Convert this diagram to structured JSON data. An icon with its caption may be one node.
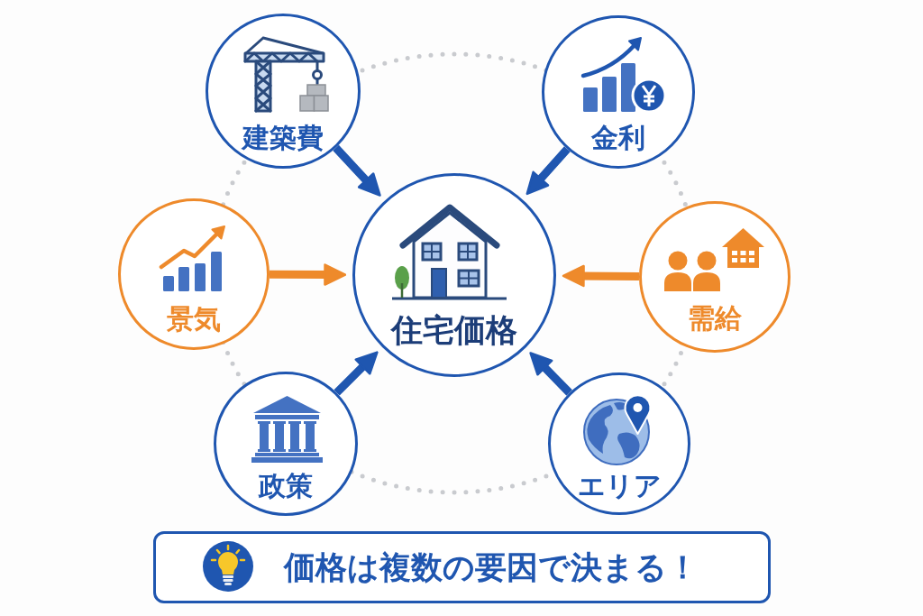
{
  "diagram": {
    "nodes": [
      {
        "text": [
          "建築費"
        ]
      },
      {
        "text": [
          "金利"
        ]
      },
      {
        "text": [
          "景気"
        ]
      },
      {
        "text": [
          "住宅価格"
        ]
      },
      {
        "text": [
          "需給"
        ]
      },
      {
        "text": [
          "政策"
        ]
      },
      {
        "text": [
          "エリア"
        ]
      },
      {
        "text": [
          "価格は複数の要因で決まる！"
        ]
      }
    ],
    "edges": [
      {
        "from": 0,
        "to": 3,
        "arrow": "to"
      },
      {
        "from": 1,
        "to": 3,
        "arrow": "to"
      },
      {
        "from": 2,
        "to": 3,
        "arrow": "to",
        "color": "#ee8a2b"
      },
      {
        "from": 4,
        "to": 3,
        "arrow": "to",
        "color": "#ee8a2b"
      },
      {
        "from": 5,
        "to": 3,
        "arrow": "to"
      },
      {
        "from": 6,
        "to": 3,
        "arrow": "to"
      }
    ]
  }
}
